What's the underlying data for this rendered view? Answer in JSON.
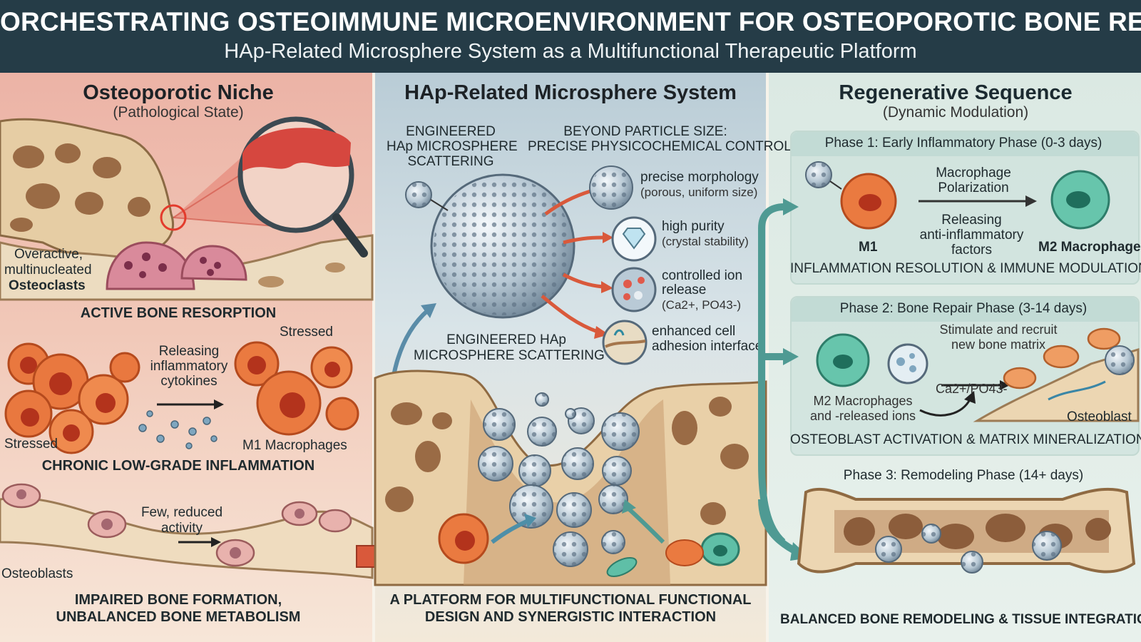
{
  "header": {
    "title": "ORCHESTRATING OSTEOIMMUNE MICROENVIRONMENT FOR OSTEOPOROTIC BONE REGENERATION",
    "subtitle": "HAp-Related Microsphere System as a Multifunctional Therapeutic Platform"
  },
  "left_panel": {
    "title": "Osteoporotic Niche",
    "subtitle": "(Pathological State)",
    "osteoclast_label_1": "Overactive,",
    "osteoclast_label_2": "multinucleated",
    "osteoclast_label_3": "Osteoclasts",
    "caption_resorption": "ACTIVE BONE RESORPTION",
    "stressed_right": "Stressed",
    "stressed_left": "Stressed",
    "releasing_1": "Releasing",
    "releasing_2": "inflammatory",
    "releasing_3": "cytokines",
    "m1_macrophages": "M1 Macrophages",
    "caption_inflammation": "CHRONIC LOW-GRADE INFLAMMATION",
    "few_1": "Few, reduced",
    "few_2": "activity",
    "osteoblasts": "Osteoblasts",
    "caption_impaired_1": "IMPAIRED BONE FORMATION,",
    "caption_impaired_2": "UNBALANCED BONE METABOLISM"
  },
  "middle_panel": {
    "title": "HAp-Related Microsphere System",
    "engineered_top_1": "ENGINEERED",
    "engineered_top_2": "HAp MICROSPHERE",
    "engineered_top_3": "SCATTERING",
    "beyond_1": "BEYOND PARTICLE SIZE:",
    "beyond_2": "PRECISE PHYSICOCHEMICAL CONTROL",
    "features": [
      {
        "title": "precise morphology",
        "detail": "(porous, uniform size)",
        "icon": "porous-sphere-icon"
      },
      {
        "title": "high purity",
        "detail": "(crystal stability)",
        "icon": "crystal-icon"
      },
      {
        "title": "controlled ion",
        "detail": "release",
        "extra": "(Ca2+, PO43-)",
        "icon": "ion-release-icon"
      },
      {
        "title": "enhanced cell",
        "detail": "adhesion interface",
        "icon": "cell-adhesion-icon"
      }
    ],
    "engineered_bottom_1": "ENGINEERED HAp",
    "engineered_bottom_2": "MICROSPHERE SCATTERING",
    "caption_1": "A PLATFORM FOR MULTIFUNCTIONAL FUNCTIONAL",
    "caption_2": "DESIGN AND SYNERGISTIC INTERACTION"
  },
  "right_panel": {
    "title": "Regenerative Sequence",
    "subtitle": "(Dynamic Modulation)",
    "phase1": {
      "head": "Phase 1: Early Inflammatory Phase (0-3 days)",
      "polarization_1": "Macrophage",
      "polarization_2": "Polarization",
      "releasing_1": "Releasing",
      "releasing_2": "anti-inflammatory",
      "releasing_3": "factors",
      "m1": "M1",
      "m2": "M2 Macrophage",
      "caption": "INFLAMMATION RESOLUTION & IMMUNE MODULATION"
    },
    "phase2": {
      "head": "Phase 2: Bone Repair Phase (3-14 days)",
      "stimulate_1": "Stimulate and recruit",
      "stimulate_2": "new bone matrix",
      "ions": "Ca2+/PO43-",
      "m2_label_1": "M2 Macrophages",
      "m2_label_2": "and -released ions",
      "osteoblast": "Osteoblast",
      "caption": "OSTEOBLAST ACTIVATION & MATRIX MINERALIZATION"
    },
    "phase3": {
      "head": "Phase 3: Remodeling Phase (14+ days)",
      "caption": "BALANCED BONE REMODELING & TISSUE INTEGRATION"
    }
  },
  "colors": {
    "header_bg": "#253c47",
    "osteoclast": "#d98a9b",
    "m1_macrophage": "#e4692f",
    "m2_macrophage": "#5fbfa7",
    "microsphere": "#9fb4c4",
    "arrow_teal": "#4f9a93",
    "arrow_red": "#d9593b",
    "bone": "#e9d5b4"
  }
}
